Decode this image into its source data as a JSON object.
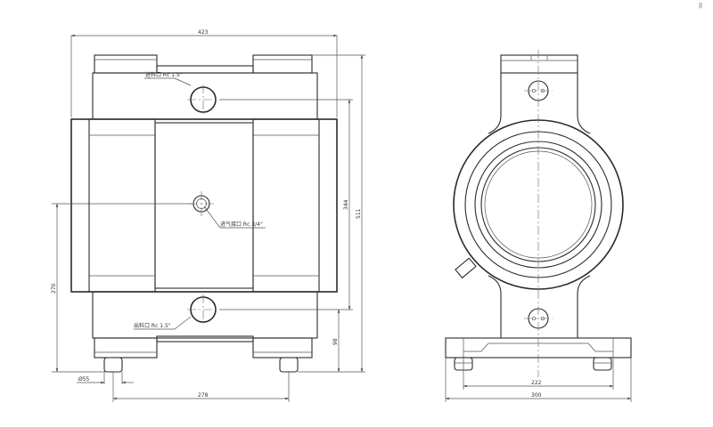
{
  "front_view": {
    "inlet_label": "进料口 Rc 1.5\"",
    "outlet_label": "出料口 Rc 1.5\"",
    "air_inlet_label": "进气接口 Rc 3/4\"",
    "dim_width_top": "423",
    "dim_height_inner": "344",
    "dim_height_total": "511",
    "dim_left_height": "270",
    "dim_bottom_right": "98",
    "dim_foot_dia": "Ø55",
    "dim_foot_spacing": "278"
  },
  "side_view": {
    "dim_base_inner": "222",
    "dim_base_width": "300"
  },
  "corner_mark": "||"
}
